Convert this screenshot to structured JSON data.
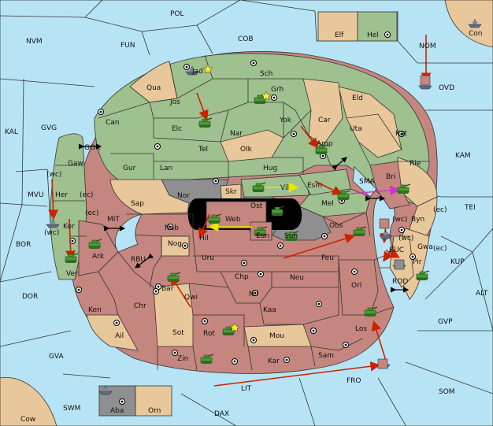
{
  "colors": {
    "sea": "#b7e4f4",
    "green": "#9fc08f",
    "tan": "#e8c79a",
    "rose": "#c4867f",
    "gray": "#8f8f8f",
    "black": "#000000",
    "order_red": "#cc2200",
    "order_yellow": "#e8e800",
    "order_magenta": "#cc33cc",
    "unit_green": "#3a8a2a",
    "fleet_gray": "#6a7a8a",
    "star": "#f2ea2a"
  },
  "seas": {
    "POL": "POL",
    "NVM": "NVM",
    "FUN": "FUN",
    "COB": "COB",
    "NOM": "NOM",
    "OVD": "OVD",
    "Con": "Con",
    "KAL": "KAL",
    "GVG": "GVG",
    "GOR": "GOR",
    "KAM": "KAM",
    "SMA": "SMA",
    "MVU": "MVU",
    "MIT": "MIT",
    "TEI": "TEI",
    "BOR": "BOR",
    "RBU": "RBU",
    "BUC": "BUC",
    "KUP": "KUP",
    "ROD": "ROD",
    "DOR": "DOR",
    "ALT": "ALT",
    "GVP": "GVP",
    "GVA": "GVA",
    "FRO": "FRO",
    "SOM": "SOM",
    "LIT": "LIT",
    "SWM": "SWM",
    "DAX": "DAX",
    "Cow": "Cow"
  },
  "lands": {
    "Elf": "Elf",
    "Hel": "Hel",
    "Jad": "Jad",
    "Sch": "Sch",
    "Qua": "Qua",
    "Grh": "Grh",
    "Jos": "Jos",
    "Eld": "Eld",
    "Can": "Can",
    "Yok": "Yok",
    "Car": "Car",
    "Elc": "Elc",
    "Nar": "Nar",
    "Uta": "Uta",
    "Kat": "Kat",
    "Tel": "Tel",
    "Olk": "Olk",
    "Amp": "Amp",
    "Gaw": "Gaw",
    "Gur": "Gur",
    "Lan": "Lan",
    "Hug": "Hug",
    "Rie": "Rie",
    "Bri": "Bri",
    "Her": "Her",
    "Nor": "Nor",
    "Skr": "Skr",
    "Vil": "Vil",
    "Esm": "Esm",
    "Sap": "Sap",
    "Ost": "Ost",
    "Mel": "Mel",
    "Kor": "Kor",
    "Web": "Web",
    "Byn": "Byn",
    "Nab": "Nab",
    "Obs": "Obs",
    "Hil": "Hil",
    "Eun": "Eun",
    "Sun": "Sun",
    "Gwa": "Gwa",
    "Ark": "Ark",
    "Nog": "Nog",
    "Pir": "Pir",
    "Ver": "Ver",
    "Uru": "Uru",
    "Feu": "Feu",
    "Chp": "Chp",
    "Neu": "Neu",
    "Orl": "Orl",
    "Bar": "Bar",
    "Qwi": "Qwi",
    "Nil": "Nil",
    "Ken": "Ken",
    "Chr": "Chr",
    "Kaa": "Kaa",
    "Los": "Los",
    "Ail": "Ail",
    "Sot": "Sot",
    "Rot": "Rot",
    "Mou": "Mou",
    "Zin": "Zin",
    "Kar": "Kar",
    "Sam": "Sam",
    "Aba": "Aba",
    "Orn": "Orn"
  },
  "coasts": {
    "wc": "(wc)",
    "ec": "(ec)"
  }
}
